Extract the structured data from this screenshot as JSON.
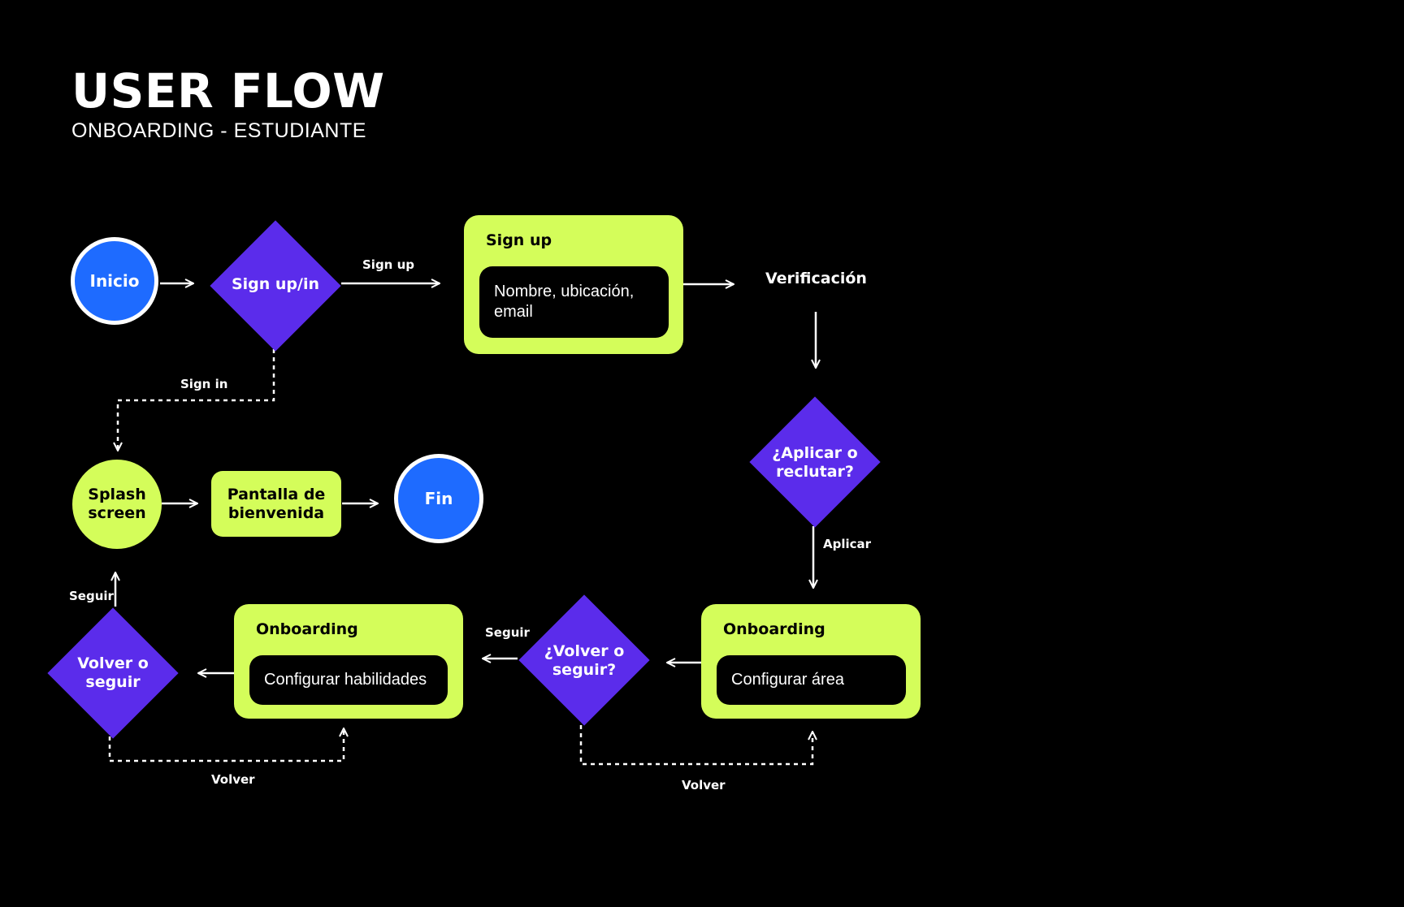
{
  "header": {
    "title": "USER FLOW",
    "subtitle": "ONBOARDING - ESTUDIANTE"
  },
  "nodes": {
    "inicio": "Inicio",
    "signup_in": "Sign up/in",
    "signup_card": {
      "title": "Sign up",
      "content": "Nombre, ubicación, email"
    },
    "verificacion": "Verificación",
    "aplicar_reclutar": "¿Aplicar o reclutar?",
    "onboarding_area": {
      "title": "Onboarding",
      "content": "Configurar área"
    },
    "volver_seguir_1": "¿Volver o seguir?",
    "onboarding_skills": {
      "title": "Onboarding",
      "content": "Configurar habilidades"
    },
    "volver_seguir_2": "Volver o seguir",
    "splash": "Splash screen",
    "bienvenida": "Pantalla de bienvenida",
    "fin": "Fin"
  },
  "edges": {
    "sign_up": "Sign up",
    "sign_in": "Sign in",
    "aplicar": "Aplicar",
    "seguir_1": "Seguir",
    "seguir_2": "Seguir",
    "volver_1": "Volver",
    "volver_2": "Volver"
  },
  "colors": {
    "background": "#000000",
    "lime": "#d4fd5a",
    "purple": "#5b2ceb",
    "blue": "#1e6bff"
  }
}
